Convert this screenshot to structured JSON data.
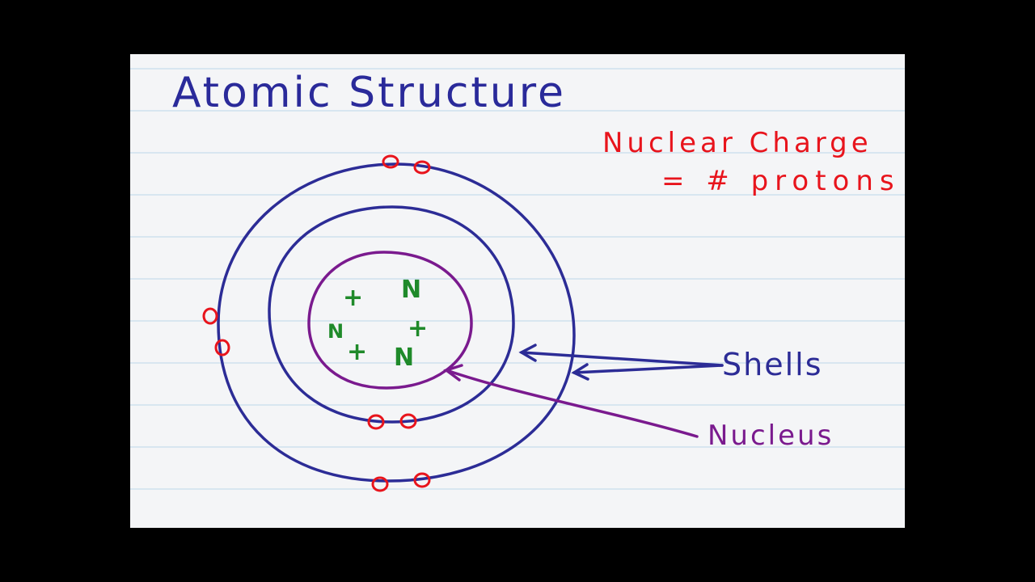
{
  "title": "Atomic Structure",
  "note": {
    "line1": "Nuclear Charge",
    "line2": "= # protons"
  },
  "labels": {
    "shells": "Shells",
    "nucleus": "Nucleus"
  },
  "nucleus_particles": [
    "+",
    "N",
    "N",
    "+",
    "+",
    "N"
  ],
  "electron_symbol": "o",
  "colors": {
    "title": "#2a2a9a",
    "note": "#e8141c",
    "shell": "#2c2c96",
    "nucleus": "#7a1a8e",
    "particle": "#1f8a2a",
    "electron": "#e8141c",
    "paper": "#f4f5f7",
    "rule": "#bcd6ea"
  }
}
